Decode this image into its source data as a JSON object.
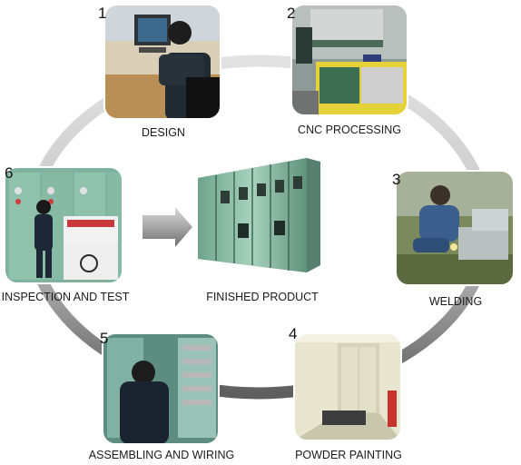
{
  "steps": [
    {
      "number": "1",
      "label": "DESIGN"
    },
    {
      "number": "2",
      "label": "CNC PROCESSING"
    },
    {
      "number": "3",
      "label": "WELDING"
    },
    {
      "number": "4",
      "label": "POWDER PAINTING"
    },
    {
      "number": "5",
      "label": "ASSEMBLING AND WIRING"
    },
    {
      "number": "6",
      "label": "INSPECTION AND TEST"
    }
  ],
  "center": {
    "label": "FINISHED PRODUCT"
  },
  "colors": {
    "ring": "#cfcfcf",
    "ring_dark": "#6a6a6a",
    "panel": "#8fbfa7",
    "panel_dark": "#4f7d69",
    "arrow": "#9a9a9a"
  },
  "icons": {
    "design": "person-at-computer",
    "cnc": "press-brake-machine",
    "welding": "welder-crouching",
    "painting": "paint-booth-room",
    "assembly": "technician-at-open-cabinet",
    "inspection": "switchgear-test-panel",
    "product": "switchgear-cabinet-row",
    "arrow": "right-arrow-icon"
  }
}
